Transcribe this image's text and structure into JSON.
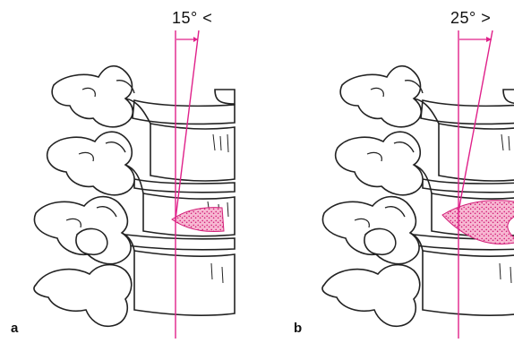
{
  "figure": {
    "panels": [
      {
        "label": "a",
        "angle_text": "15° <",
        "fracture_size": "small"
      },
      {
        "label": "b",
        "angle_text": "25° >",
        "fracture_size": "large"
      }
    ],
    "colors": {
      "line": "#e0218a",
      "ink": "#222222",
      "fracture_fill": "#f4a6c8",
      "fracture_dots": "#d21e78"
    }
  }
}
